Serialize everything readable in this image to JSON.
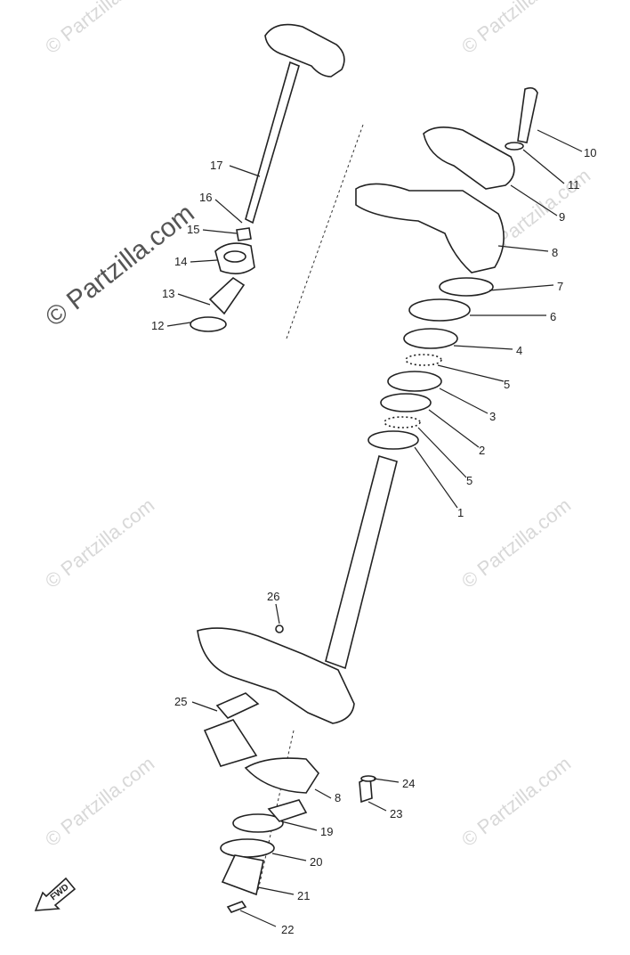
{
  "watermark": {
    "text": "© Partzilla.com"
  },
  "fwd_label": "FWD",
  "parts": [
    {
      "id": "10",
      "label": "10"
    },
    {
      "id": "11",
      "label": "11"
    },
    {
      "id": "9",
      "label": "9"
    },
    {
      "id": "8a",
      "label": "8"
    },
    {
      "id": "7",
      "label": "7"
    },
    {
      "id": "6",
      "label": "6"
    },
    {
      "id": "4",
      "label": "4"
    },
    {
      "id": "5a",
      "label": "5"
    },
    {
      "id": "3",
      "label": "3"
    },
    {
      "id": "2",
      "label": "2"
    },
    {
      "id": "5b",
      "label": "5"
    },
    {
      "id": "1",
      "label": "1"
    },
    {
      "id": "17",
      "label": "17"
    },
    {
      "id": "16",
      "label": "16"
    },
    {
      "id": "15",
      "label": "15"
    },
    {
      "id": "14",
      "label": "14"
    },
    {
      "id": "13",
      "label": "13"
    },
    {
      "id": "12",
      "label": "12"
    },
    {
      "id": "26",
      "label": "26"
    },
    {
      "id": "25",
      "label": "25"
    },
    {
      "id": "8b",
      "label": "8"
    },
    {
      "id": "24",
      "label": "24"
    },
    {
      "id": "23",
      "label": "23"
    },
    {
      "id": "19",
      "label": "19"
    },
    {
      "id": "20",
      "label": "20"
    },
    {
      "id": "21",
      "label": "21"
    },
    {
      "id": "22",
      "label": "22"
    }
  ]
}
